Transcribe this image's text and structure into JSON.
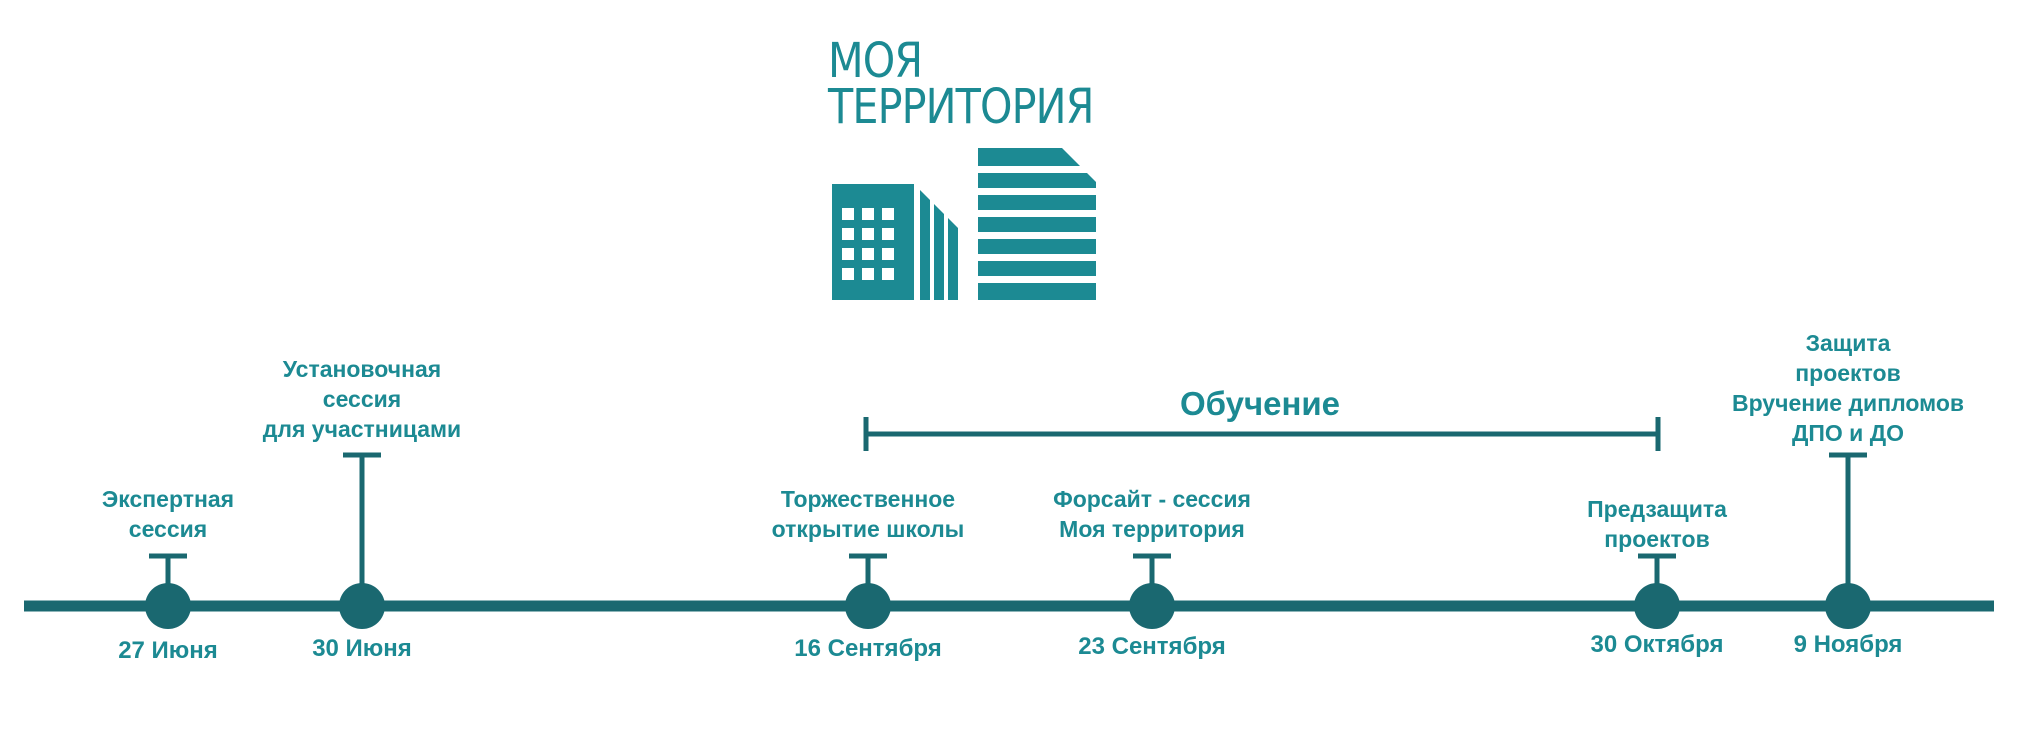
{
  "logo": {
    "line1": "МОЯ",
    "line2": "ТЕРРИТОРИЯ",
    "icon": "buildings-icon",
    "color": "#1c8a93"
  },
  "colors": {
    "text": "#1c8a93",
    "line": "#1a6870"
  },
  "period": {
    "label": "Обучение"
  },
  "events": [
    {
      "date": "27 Июня",
      "lines": [
        "Экспертная",
        "сессия"
      ]
    },
    {
      "date": "30 Июня",
      "lines": [
        "Установочная",
        "сессия",
        "для участницами"
      ]
    },
    {
      "date": "16 Сентября",
      "lines": [
        "Торжественное",
        "открытие школы"
      ]
    },
    {
      "date": "23 Сентября",
      "lines": [
        "Форсайт - сессия",
        "Моя территория"
      ]
    },
    {
      "date": "30 Октября",
      "lines": [
        "Предзащита",
        "проектов"
      ]
    },
    {
      "date": "9 Ноября",
      "lines": [
        "Защита",
        "проектов",
        "Вручение дипломов",
        "ДПО и ДО"
      ]
    }
  ]
}
